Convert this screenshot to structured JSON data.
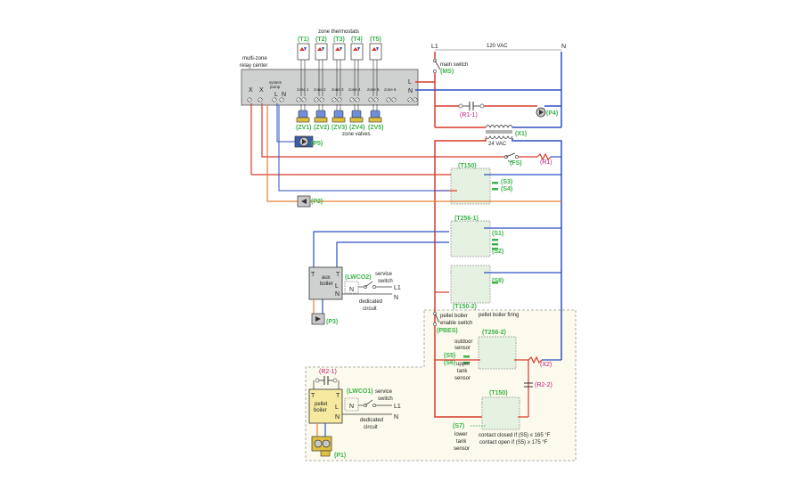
{
  "colors": {
    "line": "#2e4fc2",
    "neutral": "#2e4fc2",
    "hot": "#d83a2a",
    "orange": "#e67f33",
    "green": "#3bb34a",
    "magenta": "#c2187a",
    "relay": "#cfd0d0",
    "valve": "#6f8fd8",
    "greenbox": "#e6f2e1",
    "yellow": "#f5eaa0",
    "dashed": "#fbfaec"
  },
  "labels": {
    "zone_thermostats": "zone thermostats",
    "relay_center": [
      "multi-zone",
      "relay center"
    ],
    "relay_X1": "X",
    "relay_X2": "X",
    "system_pump": [
      "system",
      "pump"
    ],
    "relay_L": "L",
    "relay_N": "N",
    "L_right": "L",
    "N_right": "N",
    "zones": [
      "zone 1",
      "zone 2",
      "zone 3",
      "zone 4",
      "zone 5",
      "zone 6"
    ],
    "thermostats": [
      "(T1)",
      "(T2)",
      "(T3)",
      "(T4)",
      "(T5)"
    ],
    "valves": [
      "(ZV1)",
      "(ZV2)",
      "(ZV3)",
      "(ZV4)",
      "(ZV5)"
    ],
    "zone_valves": "zone valves",
    "L1": "L1",
    "N_top": "N",
    "vac120": "120 VAC",
    "main_switch": "main switch",
    "MS": "(MS)",
    "R1_1": "(R1-1)",
    "P4": "(P4)",
    "X1": "(X1)",
    "vac24": "24 VAC",
    "FS": "(FS)",
    "R1": "(R1)",
    "P5": "(P5)",
    "P2": "(P2)",
    "P3": "(P3)",
    "P1": "(P1)",
    "T150_1": "(T150)",
    "S3": "(S3)",
    "S4": "(S4)",
    "T256_1": "(T256-1)",
    "S1": "(S1)",
    "S2": "(S2)",
    "S8": "(S8)",
    "T150_2": "(T150-2)",
    "aux_boiler": [
      "aux",
      "boiler"
    ],
    "LWCO2": "(LWCO2)",
    "service_switch": [
      "service",
      "switch"
    ],
    "dedicated_circuit": [
      "dedicated",
      "circuit"
    ],
    "L1b": "L1",
    "Nb": "N",
    "pellet_enable": [
      "pellet boiler",
      "enable switch"
    ],
    "PBES": "(PBES)",
    "pellet_firing": "pellet boiler firing",
    "T256_2": "(T256-2)",
    "outdoor_sensor": [
      "outdoor",
      "sensor"
    ],
    "S5": "(S5)",
    "S6": "(S6)",
    "upper_tank_sensor": [
      "upper",
      "tank",
      "sensor"
    ],
    "X2": "(X2)",
    "R2_2": "(R2-2)",
    "T150_3": "(T150)",
    "S7": "(S7)",
    "lower_tank_sensor": [
      "lower",
      "tank",
      "sensor"
    ],
    "contact_closed": "contact closed if (S5) ≤ 165 °F",
    "contact_open": "contact open if (S5) ≥ 175 °F",
    "R2_1": "(R2-1)",
    "pellet_boiler": [
      "pellet",
      "boiler"
    ],
    "LWCO1": "(LWCO1)",
    "service_switch2": [
      "service",
      "switch"
    ],
    "dedicated_circuit2": [
      "dedicated",
      "circuit"
    ],
    "L1c": "L1",
    "Nc": "N",
    "T_letter": "T",
    "Lp": "L",
    "Np": "N"
  }
}
